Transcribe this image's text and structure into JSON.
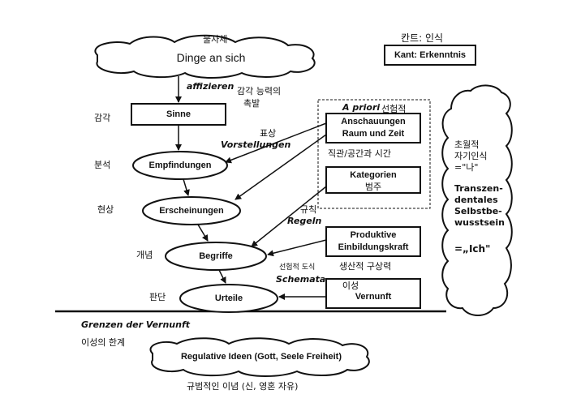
{
  "header": {
    "ding_ko": "물자체",
    "kant_ko": "칸트: 인식",
    "kant_box": "Kant: Erkenntnis"
  },
  "nodes": {
    "dinge": "Dinge an sich",
    "sinne": "Sinne",
    "empfindungen": "Empfindungen",
    "erscheinungen": "Erscheinungen",
    "begriffe": "Begriffe",
    "urteile": "Urteile",
    "anschauungen_1": "Anschauungen",
    "anschauungen_2": "Raum und Zeit",
    "kategorien": "Kategorien",
    "kategorien_ko": "범주",
    "produktive_1": "Produktive",
    "produktive_2": "Einbildungskraft",
    "vernunft": "Vernunft",
    "vernunft_ko": "이성",
    "regulative": "Regulative Ideen (Gott, Seele Freiheit)"
  },
  "labels": {
    "affizieren": "affizieren",
    "affizieren_ko_1": "감각 능력의",
    "affizieren_ko_2": "촉발",
    "sense_ko": "감각",
    "analysis_ko": "분석",
    "phenomenon_ko": "현상",
    "concept_ko": "개념",
    "judgment_ko": "판단",
    "vorstellungen_ko": "표상",
    "vorstellungen": "Vorstellungen",
    "apriori": "A priori",
    "apriori_ko": "선험적",
    "intuition_ko": "직관/공간과 시간",
    "regeln_ko": "규칙",
    "regeln": "Regeln",
    "schemata_ko_1": "선험적 도식",
    "schemata_ko_2": "생산적 구상력",
    "schemata": "Schemata",
    "grenzen": "Grenzen der Vernunft",
    "grenzen_ko": "이성의 한계",
    "regulative_ko": "규범적인 이념 (신, 영혼 자유)"
  },
  "self_cloud": {
    "ko_1": "초월적",
    "ko_2": "자기인식",
    "ko_3": "=\"나\"",
    "de_1": "Transzen-",
    "de_2": "dentales",
    "de_3": "Selbstbe-",
    "de_4": "wusstsein",
    "de_5": "=„Ich\""
  }
}
